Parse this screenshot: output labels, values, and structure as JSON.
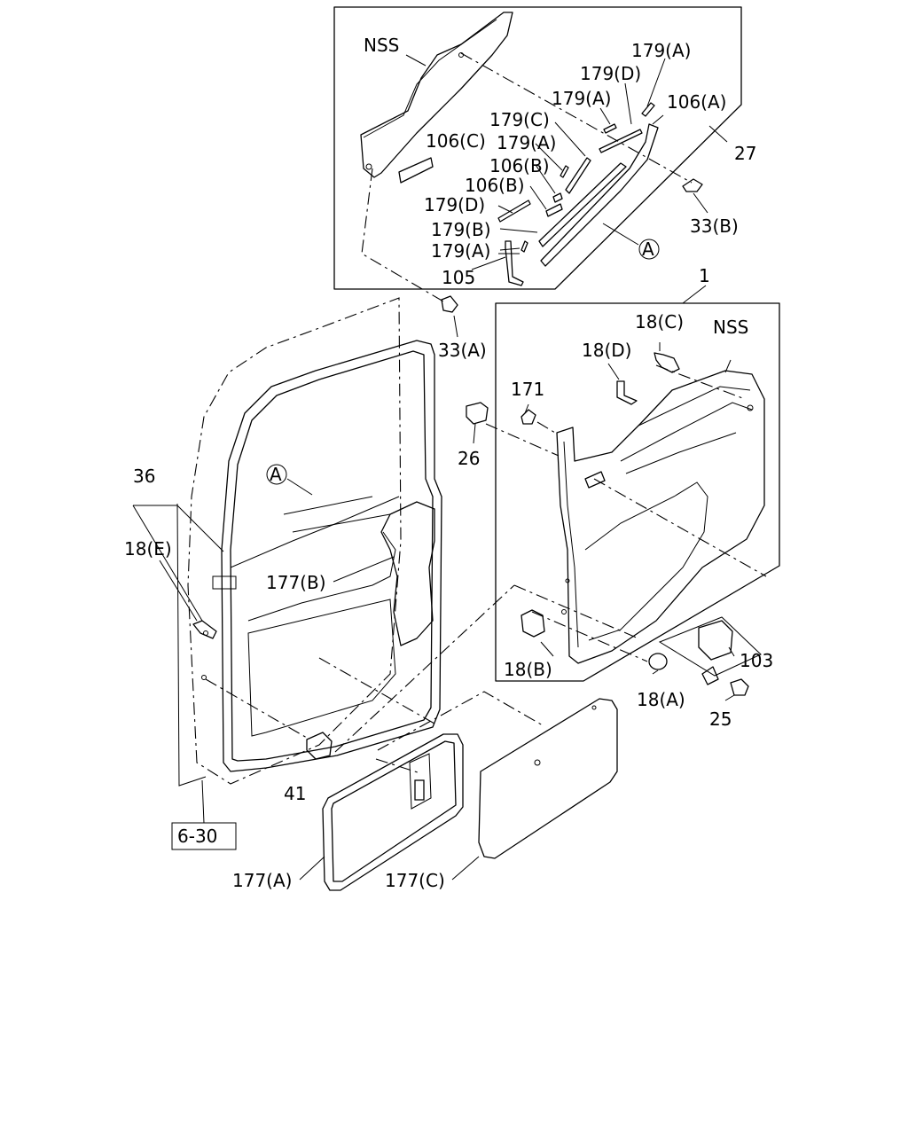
{
  "labels": {
    "nss_top": "NSS",
    "l179a_1": "179(A)",
    "l179d_1": "179(D)",
    "l179a_2": "179(A)",
    "l106a": "106(A)",
    "l179c": "179(C)",
    "l106c": "106(C)",
    "l179a_3": "179(A)",
    "l27": "27",
    "l106b_1": "106(B)",
    "l106b_2": "106(B)",
    "l179d_2": "179(D)",
    "l33b": "33(B)",
    "l179b": "179(B)",
    "l179a_4": "179(A)",
    "l105": "105",
    "circleA_top": "A",
    "l1": "1",
    "l33a": "33(A)",
    "l18c": "18(C)",
    "nss_right": "NSS",
    "l18d": "18(D)",
    "l171": "171",
    "l26": "26",
    "l36": "36",
    "circleA_left": "A",
    "l18e": "18(E)",
    "l177b": "177(B)",
    "l18b": "18(B)",
    "l18a": "18(A)",
    "l103": "103",
    "l25": "25",
    "l41": "41",
    "l6_30": "6-30",
    "l177a": "177(A)",
    "l177c": "177(C)"
  }
}
